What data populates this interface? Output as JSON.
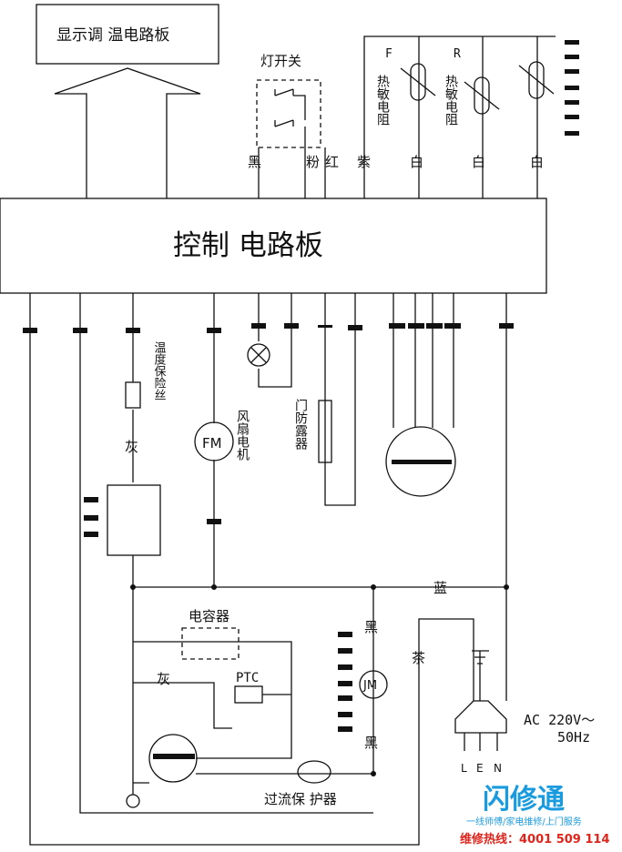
{
  "boxes": {
    "display_board": "显示调 温电路板",
    "control_board": "控制 电路板"
  },
  "components": {
    "light_switch": "灯开关",
    "f_thermistor_letter": "F",
    "f_thermistor_label": "热敏电阻",
    "r_thermistor_letter": "R",
    "r_thermistor_label": "热敏电阻",
    "temp_fuse": "温度保险丝",
    "fan_motor_symbol": "FM",
    "fan_motor_label": "风扇电机",
    "door_heater": "门防露器",
    "capacitor": "电容器",
    "ptc": "PTC",
    "jm_symbol": "JM",
    "overcurrent": "过流保 护器",
    "power": "AC 220V～",
    "power_freq": "50Hz"
  },
  "wire_colors": {
    "black_top": "黑",
    "pink": "粉",
    "red": "红",
    "purple": "紫",
    "white_1": "白",
    "white_2": "白",
    "white_3": "白",
    "gray_1": "灰",
    "gray_2": "灰",
    "blue": "蓝",
    "black_1": "黑",
    "black_2": "黑",
    "brown": "茶"
  },
  "plug_pins": {
    "l": "L",
    "e": "E",
    "n": "N"
  },
  "watermark": {
    "brand": "闪修通",
    "tagline": "一线师傅/家电维修/上门服务",
    "hotline": "维修热线：4001 509 114"
  },
  "colors": {
    "line": "#111111",
    "brand_blue": "#1a9be0",
    "hotline_red": "#e0241b"
  }
}
